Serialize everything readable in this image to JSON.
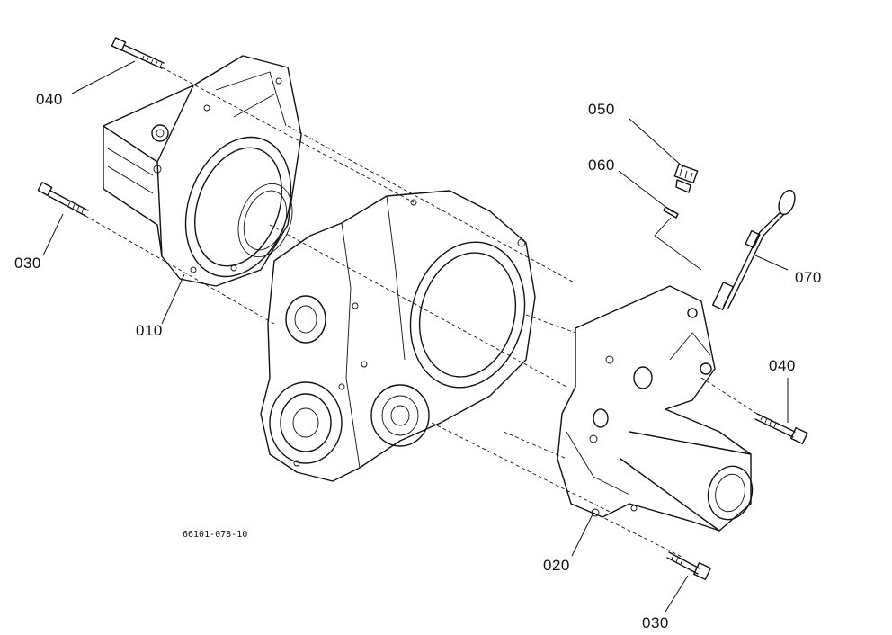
{
  "drawing_code": "66101-078-10",
  "callouts": {
    "bolt_top_left": "040",
    "bolt_left": "030",
    "left_housing": "010",
    "plug": "050",
    "gasket": "060",
    "dipstick": "070",
    "bolt_right": "040",
    "right_housing": "020",
    "bolt_bottom": "030"
  },
  "colors": {
    "line": "#111111",
    "background": "#ffffff"
  }
}
